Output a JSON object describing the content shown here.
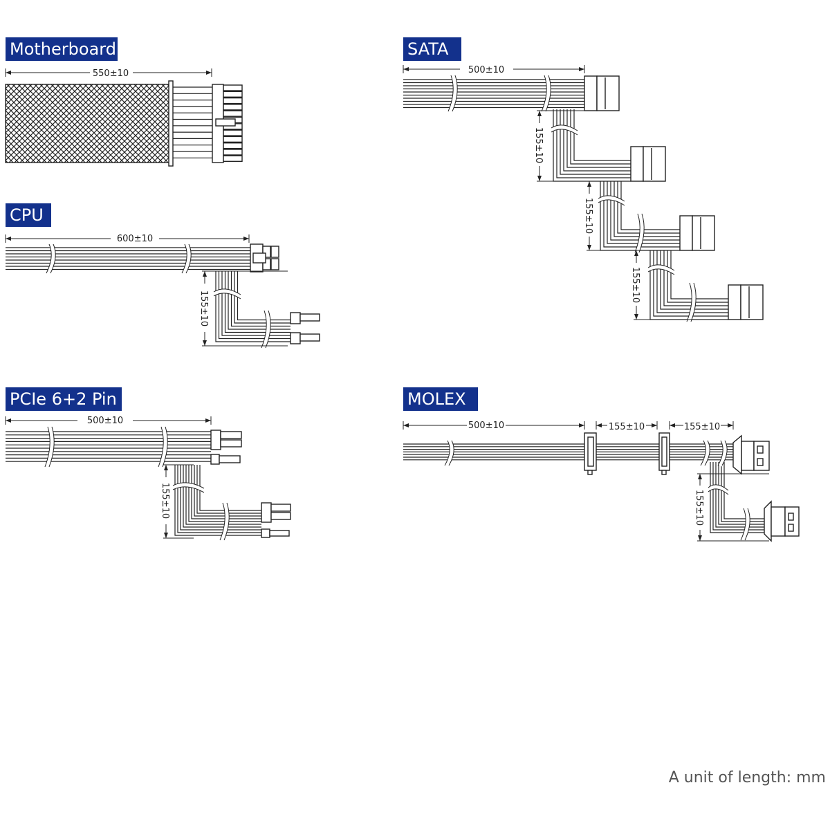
{
  "sections": {
    "motherboard": {
      "title": "Motherboard",
      "dims": [
        "550±10"
      ]
    },
    "cpu": {
      "title": "CPU",
      "dims": [
        "600±10",
        "155±10"
      ]
    },
    "pcie": {
      "title": "PCIe 6+2 Pin",
      "dims": [
        "500±10",
        "155±10"
      ]
    },
    "sata": {
      "title": "SATA",
      "dims": [
        "500±10",
        "155±10",
        "155±10",
        "155±10"
      ]
    },
    "molex": {
      "title": "MOLEX",
      "dims": [
        "500±10",
        "155±10",
        "155±10",
        "155±10"
      ]
    }
  },
  "footer": {
    "unit_note": "A unit of length: mm"
  },
  "colors": {
    "label_bg": "#13318c",
    "line": "#222222"
  }
}
